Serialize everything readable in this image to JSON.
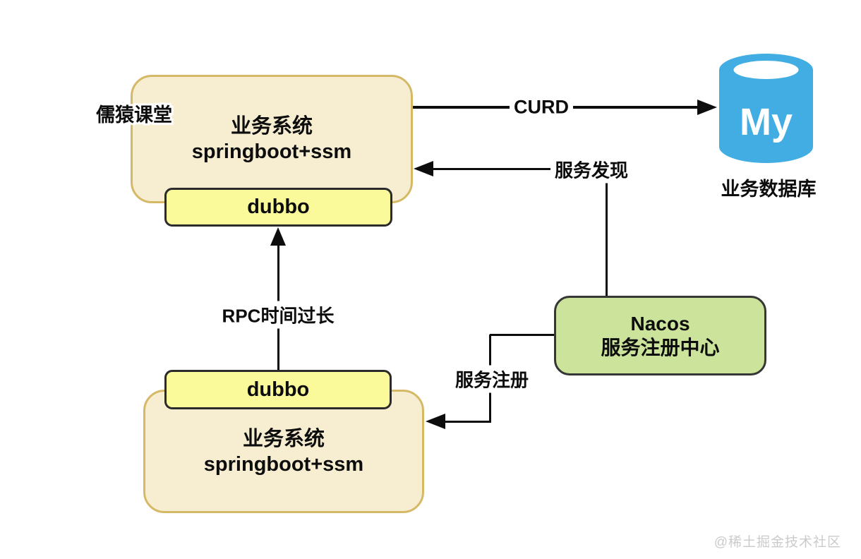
{
  "diagram": {
    "annotation": "儒猿课堂",
    "top_system": {
      "title": "业务系统",
      "subtitle": "springboot+ssm",
      "plugin_label": "dubbo"
    },
    "bottom_system": {
      "title": "业务系统",
      "subtitle": "springboot+ssm",
      "plugin_label": "dubbo"
    },
    "nacos": {
      "title": "Nacos",
      "subtitle": "服务注册中心"
    },
    "database": {
      "icon_text": "My",
      "label": "业务数据库"
    },
    "edges": {
      "curd": "CURD",
      "service_discovery": "服务发现",
      "service_registration": "服务注册",
      "rpc_issue": "RPC时间过长"
    },
    "colors": {
      "system_fill": "#F7EED2",
      "system_border": "#D6B967",
      "dubbo_fill": "#FAFA9B",
      "dubbo_border": "#2B2B2B",
      "nacos_fill": "#CBE39B",
      "nacos_border": "#363636",
      "database_fill": "#41ADE3",
      "line_color": "#0D0D0D",
      "watermark_color": "#C9CBCD"
    },
    "watermark": "@稀土掘金技术社区"
  }
}
